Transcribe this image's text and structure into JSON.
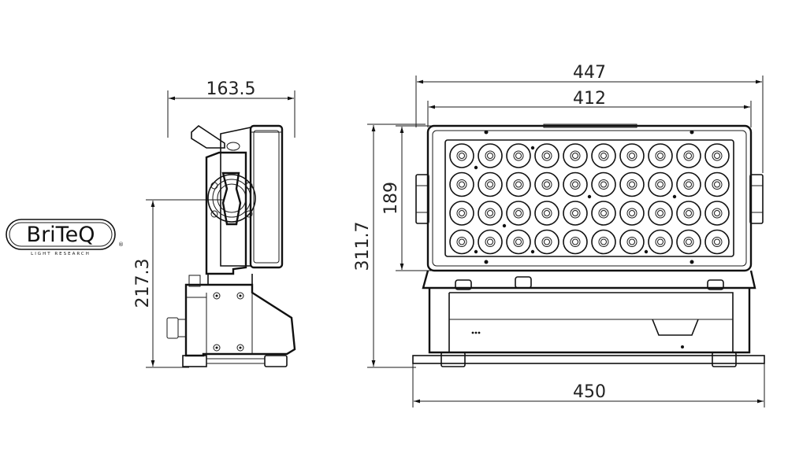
{
  "logo": {
    "brand": "BriTeQ",
    "tagline": "LIGHT RESEARCH",
    "registered": "®"
  },
  "side_view": {
    "width_label": "163.5",
    "height_label": "217.3"
  },
  "front_view": {
    "outer_width_label": "447",
    "inner_width_label": "412",
    "base_width_label": "450",
    "led_panel_height_label": "189",
    "total_height_label": "311.7",
    "led_rows": 4,
    "led_cols": 10
  }
}
